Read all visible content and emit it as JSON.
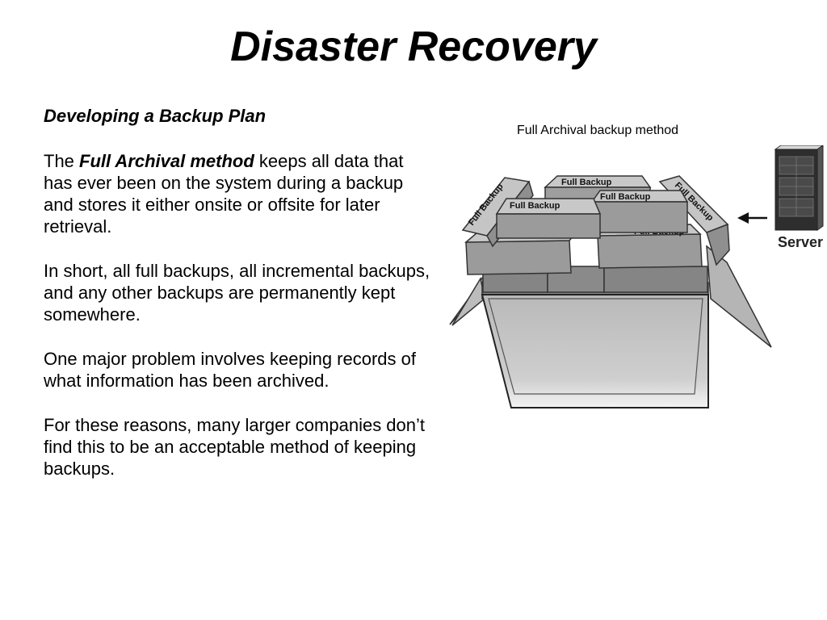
{
  "slide": {
    "title": "Disaster Recovery",
    "subtitle": "Developing a Backup Plan",
    "para1_prefix": "The ",
    "para1_emphasis": "Full Archival method",
    "para1_rest": " keeps all data that has ever been on the system during a backup and stores it either onsite or offsite for later retrieval.",
    "para2": "In short, all full backups, all incremental backups, and any other backups are permanently kept somewhere.",
    "para3": "One major problem involves keeping records of what information has been archived.",
    "para4": "For these reasons, many larger companies don’t find this to be an acceptable method of keeping backups."
  },
  "figure": {
    "caption": "Full Archival backup method",
    "brick_label": "Full Backup",
    "server_label": "Server",
    "icons": [
      "box-icon",
      "server-icon",
      "arrow-left-icon"
    ]
  }
}
